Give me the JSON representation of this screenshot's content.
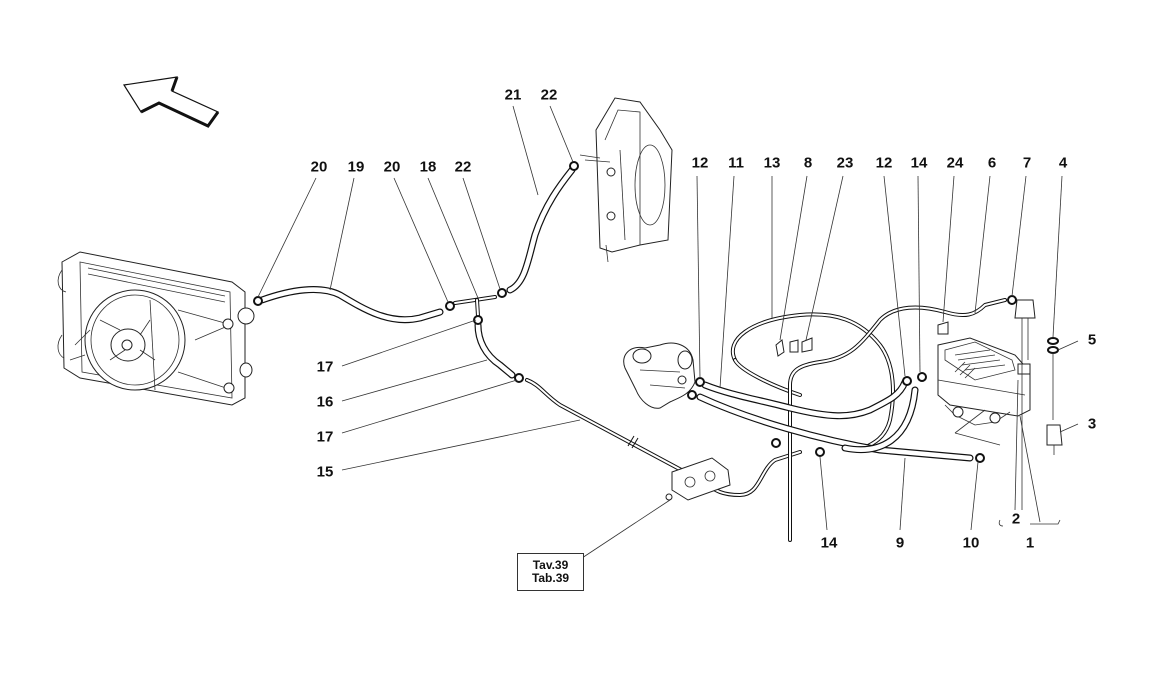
{
  "diagram": {
    "title": "Coolant expansion tank and hoses exploded view",
    "direction_arrow": "front-of-vehicle-arrow",
    "reference_box": {
      "line1": "Tav.39",
      "line2": "Tab.39"
    },
    "callouts": [
      {
        "id": "c20a",
        "label": "20"
      },
      {
        "id": "c19",
        "label": "19"
      },
      {
        "id": "c20b",
        "label": "20"
      },
      {
        "id": "c18",
        "label": "18"
      },
      {
        "id": "c22a",
        "label": "22"
      },
      {
        "id": "c21",
        "label": "21"
      },
      {
        "id": "c22b",
        "label": "22"
      },
      {
        "id": "c12a",
        "label": "12"
      },
      {
        "id": "c11",
        "label": "11"
      },
      {
        "id": "c13",
        "label": "13"
      },
      {
        "id": "c8",
        "label": "8"
      },
      {
        "id": "c23",
        "label": "23"
      },
      {
        "id": "c12b",
        "label": "12"
      },
      {
        "id": "c14a",
        "label": "14"
      },
      {
        "id": "c24",
        "label": "24"
      },
      {
        "id": "c6",
        "label": "6"
      },
      {
        "id": "c7",
        "label": "7"
      },
      {
        "id": "c4",
        "label": "4"
      },
      {
        "id": "c5",
        "label": "5"
      },
      {
        "id": "c3",
        "label": "3"
      },
      {
        "id": "c17a",
        "label": "17"
      },
      {
        "id": "c16",
        "label": "16"
      },
      {
        "id": "c17b",
        "label": "17"
      },
      {
        "id": "c15",
        "label": "15"
      },
      {
        "id": "c14b",
        "label": "14"
      },
      {
        "id": "c9",
        "label": "9"
      },
      {
        "id": "c10",
        "label": "10"
      },
      {
        "id": "c2",
        "label": "2"
      },
      {
        "id": "c1",
        "label": "1"
      }
    ],
    "components": [
      "radiator-with-fan",
      "auxiliary-radiator",
      "thermostat-housing",
      "expansion-tank",
      "hose-bracket"
    ]
  }
}
